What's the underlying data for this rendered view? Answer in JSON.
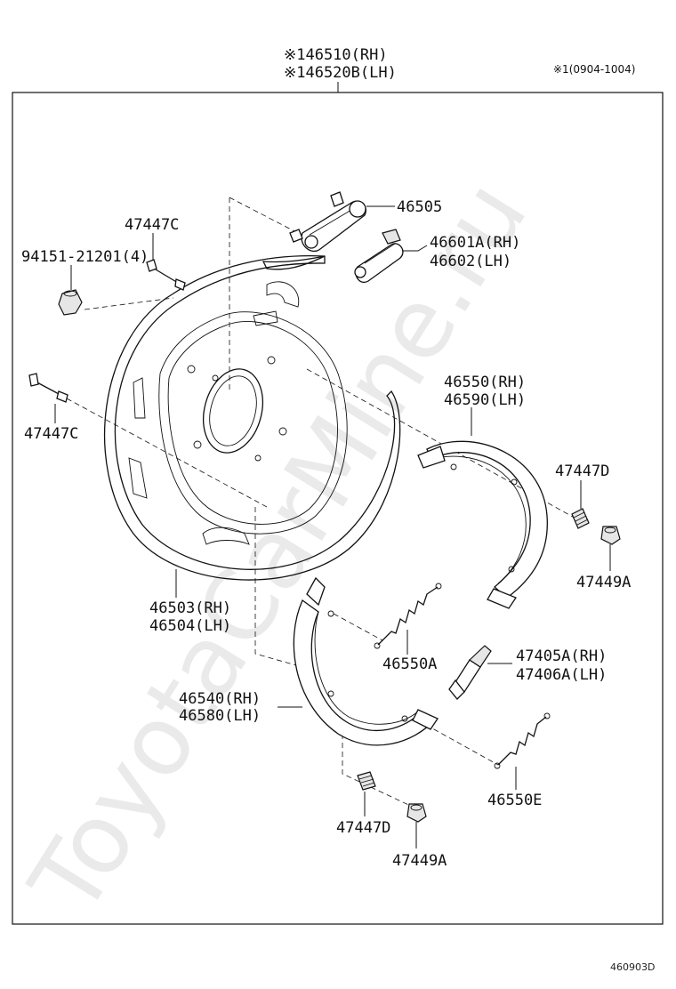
{
  "header": {
    "assembly_rh": "※146510(RH)",
    "assembly_lh": "※146520B(LH)",
    "note": "※1(0904-1004)"
  },
  "watermark": "ToyotaCarMine.ru",
  "footer": {
    "diagram_code": "460903D"
  },
  "parts": {
    "p46505": "46505",
    "p46601A": "46601A(RH)",
    "p46602": "46602(LH)",
    "p47447C_top": "47447C",
    "p94151": "94151-21201(4)",
    "p47447C_bottom": "47447C",
    "p46550_rh": "46550(RH)",
    "p46590_lh": "46590(LH)",
    "p47447D_right": "47447D",
    "p47449A_right": "47449A",
    "p46503_rh": "46503(RH)",
    "p46504_lh": "46504(LH)",
    "p46550A": "46550A",
    "p47405A_rh": "47405A(RH)",
    "p47406A_lh": "47406A(LH)",
    "p46540_rh": "46540(RH)",
    "p46580_lh": "46580(LH)",
    "p46550E": "46550E",
    "p47447D_bottom": "47447D",
    "p47449A_bottom": "47449A"
  }
}
